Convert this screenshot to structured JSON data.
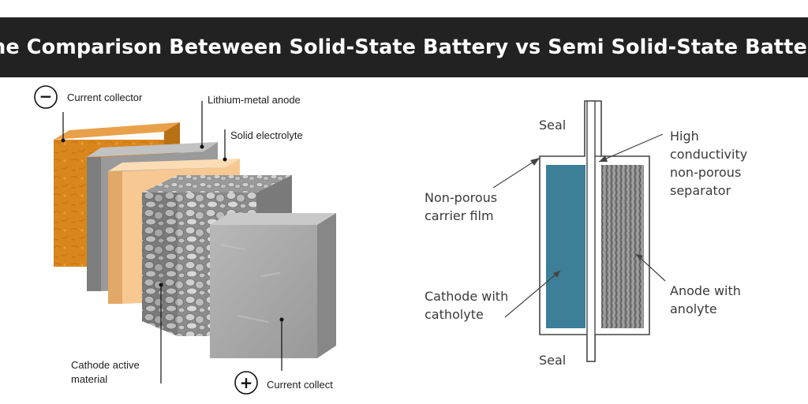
{
  "title": "The Comparison Beteween Solid-State Battery vs Semi Solid-State Battery",
  "solid_state": {
    "labels": {
      "current_collector_neg": "Current collector",
      "lithium_metal_anode": "Lithium-metal anode",
      "solid_electrolyte": "Solid electrolyte",
      "cathode_active_line1": "Cathode active",
      "cathode_active_line2": "material",
      "current_collect_pos": "Current collect"
    },
    "terminals": {
      "negative": "−",
      "positive": "+"
    },
    "colors": {
      "current_collector_neg": "#d9861c",
      "lithium_metal_anode": "#8f8f8f",
      "solid_electrolyte": "#f6c792",
      "cathode_active": "#9b9b9b",
      "current_collector_pos": "#a3a3a3"
    }
  },
  "semi_solid": {
    "labels": {
      "seal_top": "Seal",
      "seal_bottom": "Seal",
      "separator_line1": "High",
      "separator_line2": "conductivity",
      "separator_line3": "non-porous",
      "separator_line4": "separator",
      "carrier_line1": "Non-porous",
      "carrier_line2": "carrier film",
      "cathode_line1": "Cathode with",
      "cathode_line2": "catholyte",
      "anode_line1": "Anode with",
      "anode_line2": "anolyte"
    },
    "colors": {
      "cathode": "#3d7e99",
      "anode": "#7e7e7e",
      "outline": "#444444"
    }
  }
}
